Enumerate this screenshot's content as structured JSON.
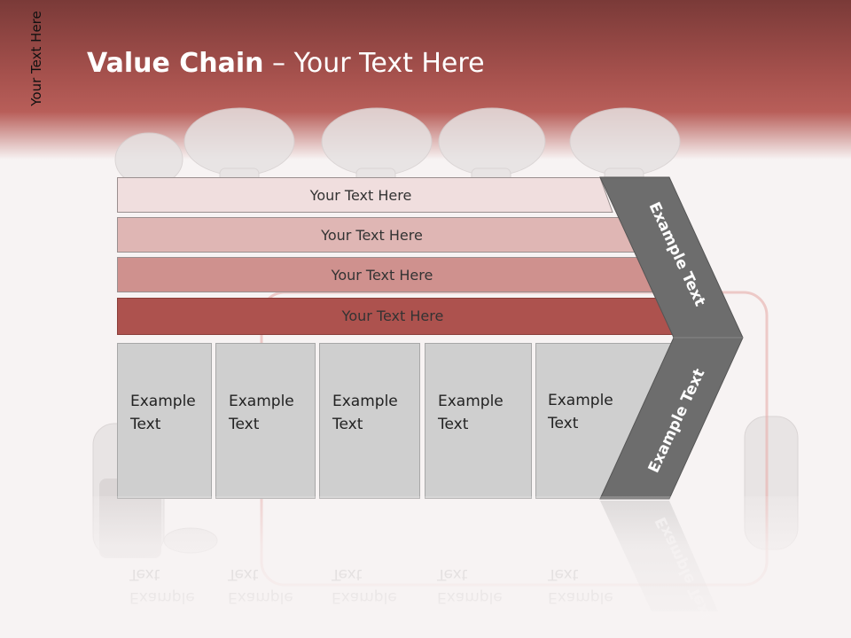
{
  "slide": {
    "title_bold": "Value Chain",
    "title_rest": " – Your Text Here",
    "side_label": "Your Text Here"
  },
  "bands": [
    {
      "label": "Your Text Here",
      "color": "#f0dede"
    },
    {
      "label": "Your Text Here",
      "color": "#dfb6b4"
    },
    {
      "label": "Your Text Here",
      "color": "#cf918e"
    },
    {
      "label": "Your Text Here",
      "color": "#ad524e"
    }
  ],
  "boxes": [
    {
      "line1": "Example",
      "line2": "Text"
    },
    {
      "line1": "Example",
      "line2": "Text"
    },
    {
      "line1": "Example",
      "line2": "Text"
    },
    {
      "line1": "Example",
      "line2": "Text"
    },
    {
      "line1": "Example",
      "line2": "Text"
    }
  ],
  "chevron": {
    "upper_label": "Example Text",
    "lower_label": "Example Text",
    "color": "#6d6d6d"
  },
  "colors": {
    "header_dark": "#7a3a38",
    "header_mid": "#b85e59",
    "box_fill": "#cfcfcf"
  }
}
